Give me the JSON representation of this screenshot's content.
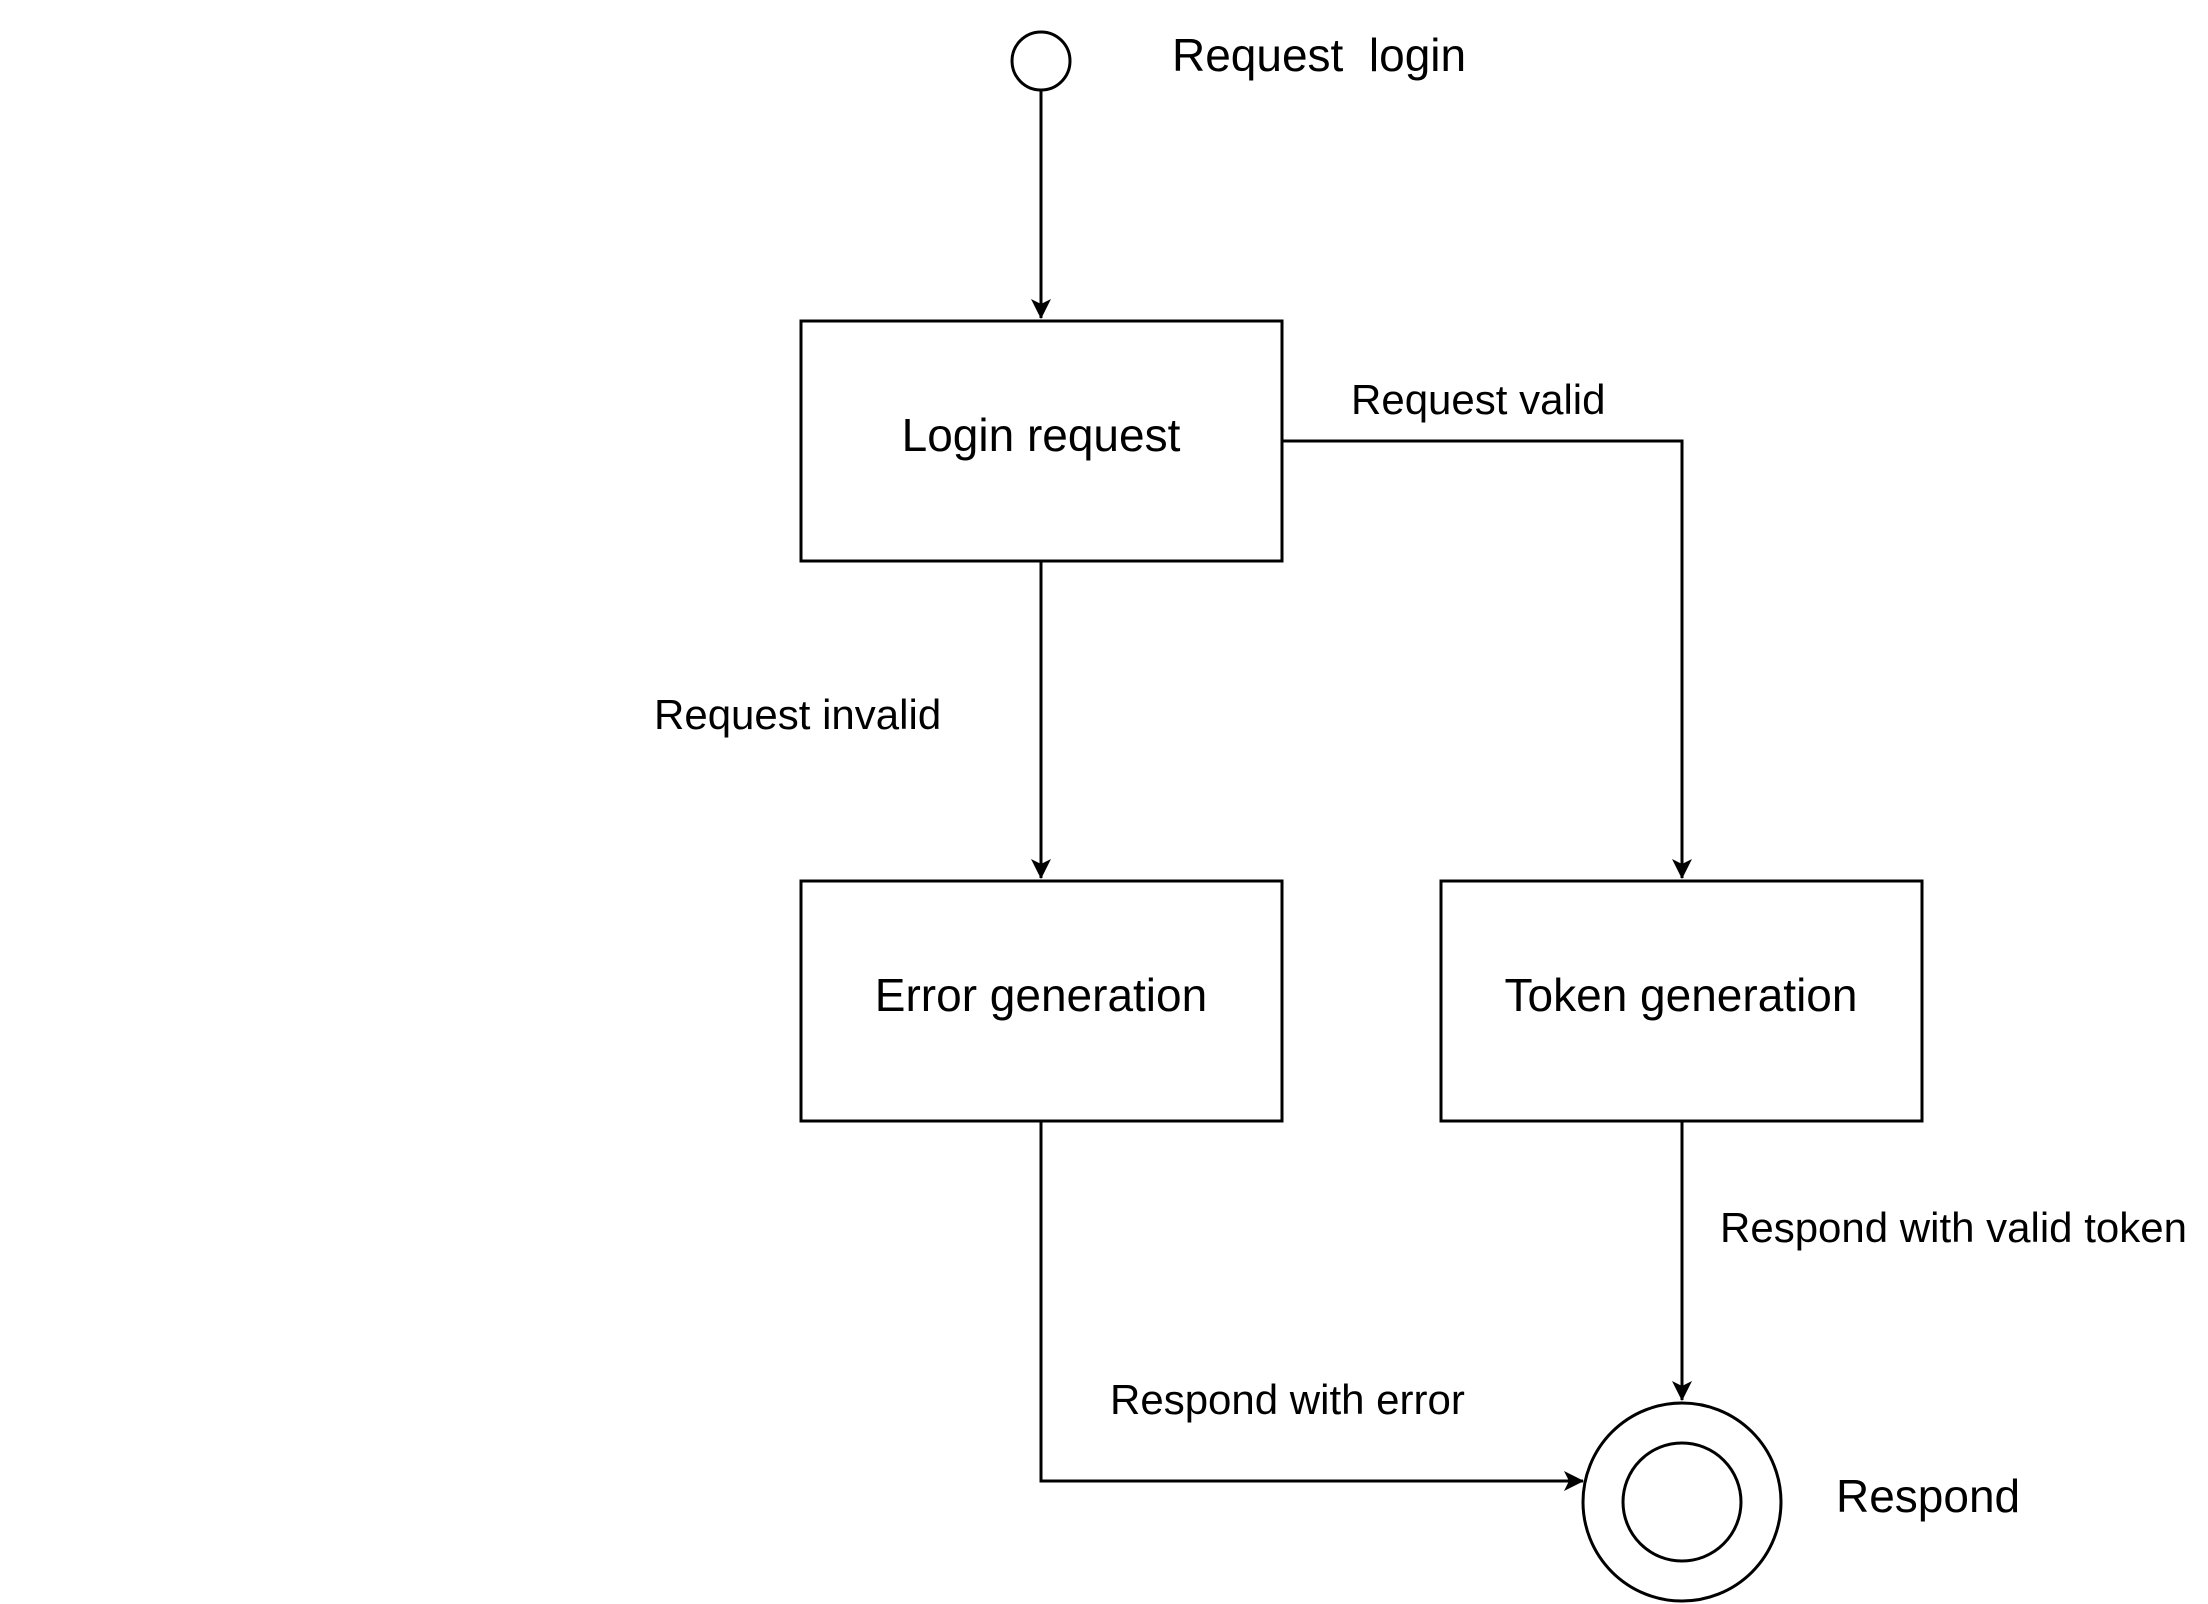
{
  "diagram": {
    "type": "state-diagram",
    "colors": {
      "stroke": "#000000",
      "background": "#ffffff"
    },
    "initial_state": {
      "label": "Request  login"
    },
    "final_state": {
      "label": "Respond"
    },
    "states": [
      {
        "id": "login",
        "label": "Login request"
      },
      {
        "id": "error",
        "label": "Error generation"
      },
      {
        "id": "token",
        "label": "Token generation"
      }
    ],
    "transitions": [
      {
        "from": "initial",
        "to": "login",
        "label": ""
      },
      {
        "from": "login",
        "to": "token",
        "label": "Request valid"
      },
      {
        "from": "login",
        "to": "error",
        "label": "Request invalid"
      },
      {
        "from": "error",
        "to": "final",
        "label": "Respond with error"
      },
      {
        "from": "token",
        "to": "final",
        "label": "Respond with valid token"
      }
    ]
  }
}
